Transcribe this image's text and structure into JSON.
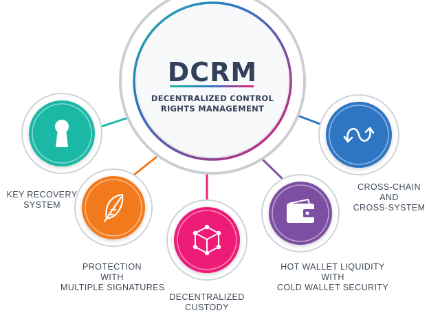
{
  "center": {
    "title": "DCRM",
    "subtitle_line1": "DECENTRALIZED CONTROL",
    "subtitle_line2": "RIGHTS MANAGEMENT"
  },
  "nodes": [
    {
      "id": "key-recovery",
      "icon": "keyhole-icon",
      "color": "#1cb8a6",
      "label_lines": [
        "KEY RECOVERY",
        "SYSTEM"
      ]
    },
    {
      "id": "protection",
      "icon": "feather-icon",
      "color": "#f27a1d",
      "label_lines": [
        "PROTECTION",
        "WITH",
        "MULTIPLE SIGNATURES"
      ]
    },
    {
      "id": "custody",
      "icon": "cube-icon",
      "color": "#ee1d78",
      "label_lines": [
        "DECENTRALIZED",
        "CUSTODY"
      ]
    },
    {
      "id": "wallet",
      "icon": "wallet-icon",
      "color": "#7b4fa3",
      "label_lines": [
        "HOT WALLET LIQUIDITY",
        "WITH",
        "COLD WALLET SECURITY"
      ]
    },
    {
      "id": "cross-chain",
      "icon": "cross-chain-icon",
      "color": "#2f74c4",
      "label_lines": [
        "CROSS-CHAIN",
        "AND",
        "CROSS-SYSTEM"
      ]
    }
  ]
}
